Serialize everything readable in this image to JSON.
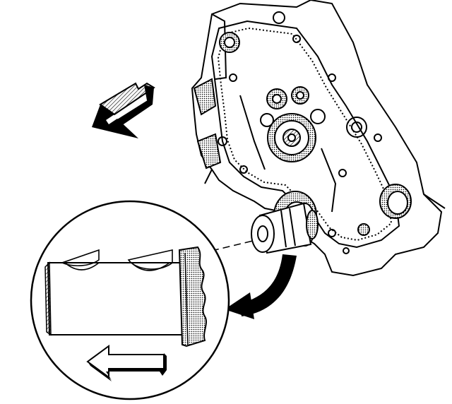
{
  "colors": {
    "ink": "#000000",
    "paper": "#ffffff",
    "shade": "#8c8c8c"
  },
  "icons": [
    "upper-direction-arrow",
    "curved-callout-arrow",
    "detail-direction-arrow",
    "engine-front-cover",
    "seal-installer-tool",
    "magnified-detail-circle"
  ]
}
